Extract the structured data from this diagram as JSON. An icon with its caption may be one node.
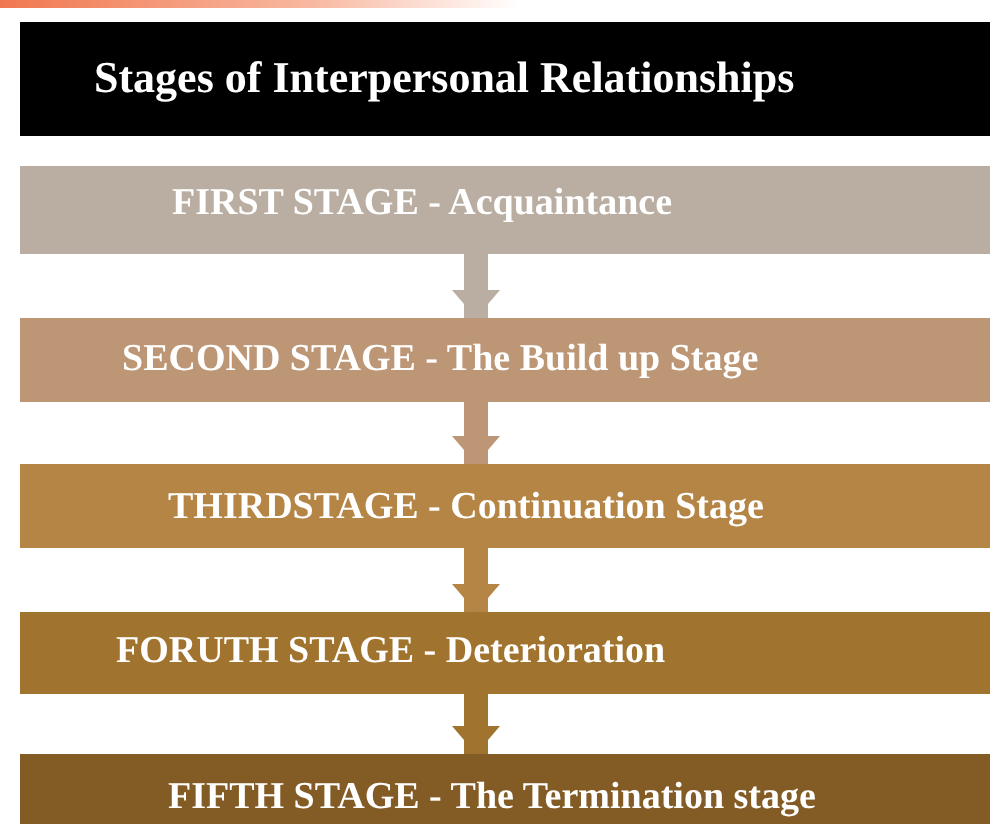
{
  "diagram": {
    "title": "Stages of Interpersonal Relationships",
    "nodes": [
      {
        "text": [
          "FIRST STAGE - Acquaintance"
        ]
      },
      {
        "text": [
          "SECOND STAGE - The Build up Stage"
        ]
      },
      {
        "text": [
          "THIRDSTAGE - Continuation Stage"
        ]
      },
      {
        "text": [
          "FORUTH STAGE - Deterioration"
        ]
      },
      {
        "text": [
          "FIFTH STAGE - The Termination stage"
        ]
      }
    ],
    "edges": [
      {
        "from": 0,
        "to": 1,
        "arrow": "to",
        "color": "#baaea2"
      },
      {
        "from": 1,
        "to": 2,
        "arrow": "to",
        "color": "#bd9676"
      },
      {
        "from": 2,
        "to": 3,
        "arrow": "to",
        "color": "#b58545"
      },
      {
        "from": 3,
        "to": 4,
        "arrow": "to",
        "color": "#a0742e"
      }
    ]
  }
}
